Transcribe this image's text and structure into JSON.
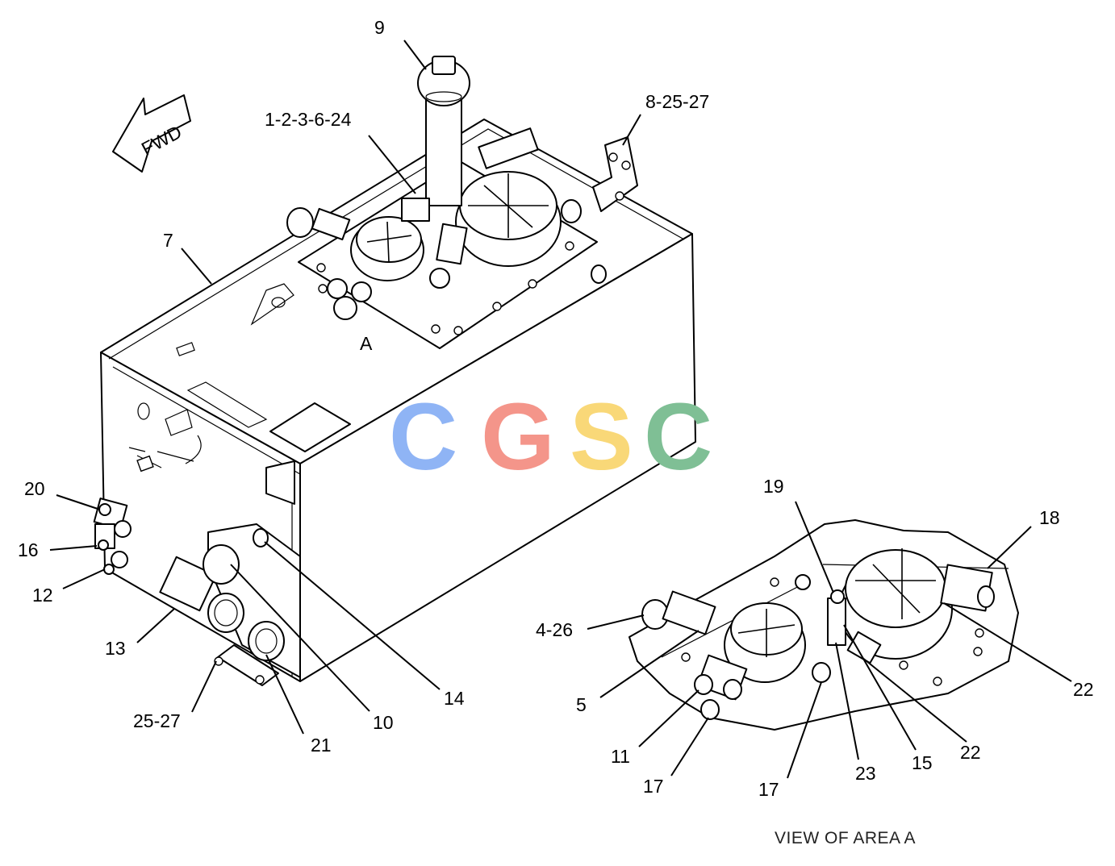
{
  "diagram": {
    "direction_arrow": {
      "text": "FWD"
    },
    "area_marker": "A",
    "view_caption": "VIEW OF AREA A",
    "watermark": {
      "letters": [
        "C",
        "G",
        "S",
        "C"
      ],
      "colors": [
        "#8fb4f5",
        "#f4958a",
        "#f9d878",
        "#7fbf95"
      ]
    },
    "callouts": {
      "c9": "9",
      "c1_2_3_6_24": "1-2-3-6-24",
      "c8_25_27": "8-25-27",
      "c7": "7",
      "c20": "20",
      "c16": "16",
      "c12": "12",
      "c13": "13",
      "c25_27": "25-27",
      "c21": "21",
      "c10": "10",
      "c14": "14",
      "c19": "19",
      "c18": "18",
      "c4_26": "4-26",
      "c5": "5",
      "c11": "11",
      "c17a": "17",
      "c17b": "17",
      "c23": "23",
      "c15": "15",
      "c22a": "22",
      "c22b": "22"
    }
  }
}
